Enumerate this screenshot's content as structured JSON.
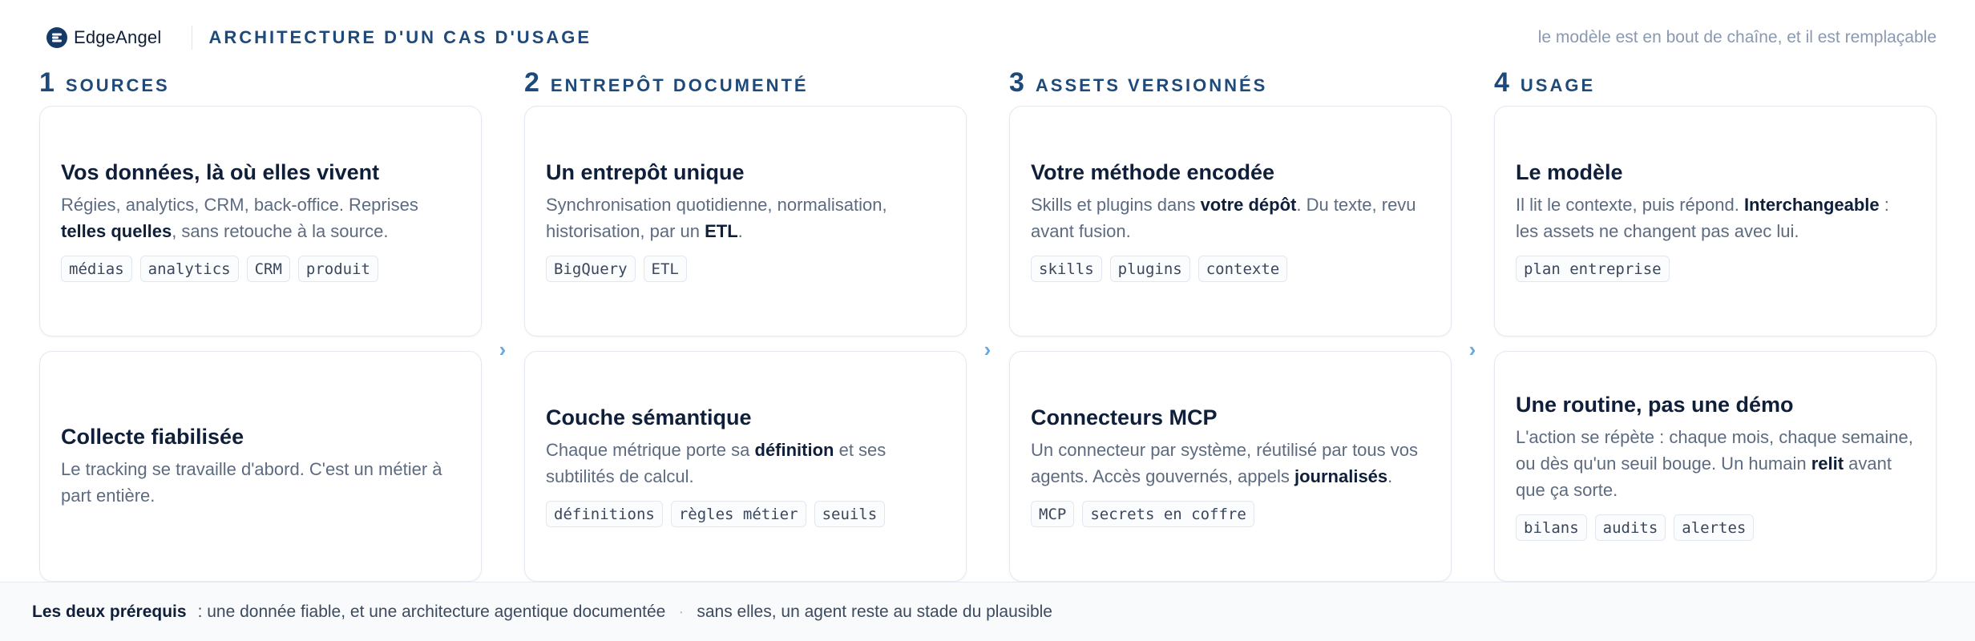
{
  "header": {
    "logo_text": "EdgeAngel",
    "logo_icon": "edgeangel-logo-icon",
    "title": "ARCHITECTURE D'UN CAS D'USAGE",
    "note": "le modèle est en bout de chaîne, et il est remplaçable"
  },
  "colors": {
    "accent": "#1d4a7a",
    "text": "#0f1f3a",
    "muted": "#5d6b80",
    "arrow": "#6aa8e0"
  },
  "columns": [
    {
      "number": "1",
      "name": "SOURCES",
      "cards": [
        {
          "title": "Vos données, là où elles vivent",
          "desc": [
            {
              "t": "Régies, analytics, CRM, back-office. Reprises "
            },
            {
              "t": "telles quelles",
              "b": true
            },
            {
              "t": ", sans retouche à la source."
            }
          ],
          "tags": [
            "médias",
            "analytics",
            "CRM",
            "produit"
          ]
        },
        {
          "title": "Collecte fiabilisée",
          "desc": [
            {
              "t": "Le tracking se travaille d'abord. C'est un métier à part entière."
            }
          ],
          "tags": []
        }
      ]
    },
    {
      "number": "2",
      "name": "ENTREPÔT DOCUMENTÉ",
      "cards": [
        {
          "title": "Un entrepôt unique",
          "desc": [
            {
              "t": "Synchronisation quotidienne, normalisation, historisation, par un "
            },
            {
              "t": "ETL",
              "b": true
            },
            {
              "t": "."
            }
          ],
          "tags": [
            "BigQuery",
            "ETL"
          ]
        },
        {
          "title": "Couche sémantique",
          "desc": [
            {
              "t": "Chaque métrique porte sa "
            },
            {
              "t": "définition",
              "b": true
            },
            {
              "t": " et ses subtilités de calcul."
            }
          ],
          "tags": [
            "définitions",
            "règles métier",
            "seuils"
          ]
        }
      ]
    },
    {
      "number": "3",
      "name": "ASSETS VERSIONNÉS",
      "cards": [
        {
          "title": "Votre méthode encodée",
          "desc": [
            {
              "t": "Skills et plugins dans "
            },
            {
              "t": "votre dépôt",
              "b": true
            },
            {
              "t": ". Du texte, revu avant fusion."
            }
          ],
          "tags": [
            "skills",
            "plugins",
            "contexte"
          ]
        },
        {
          "title": "Connecteurs MCP",
          "desc": [
            {
              "t": "Un connecteur par système, réutilisé par tous vos agents. Accès gouvernés, appels "
            },
            {
              "t": "journalisés",
              "b": true
            },
            {
              "t": "."
            }
          ],
          "tags": [
            "MCP",
            "secrets en coffre"
          ]
        }
      ]
    },
    {
      "number": "4",
      "name": "USAGE",
      "cards": [
        {
          "title": "Le modèle",
          "desc": [
            {
              "t": "Il lit le contexte, puis répond. "
            },
            {
              "t": "Interchangeable",
              "b": true
            },
            {
              "t": " : les assets ne changent pas avec lui."
            }
          ],
          "tags": [
            "plan entreprise"
          ]
        },
        {
          "title": "Une routine, pas une démo",
          "desc": [
            {
              "t": "L'action se répète : chaque mois, chaque semaine, ou dès qu'un seuil bouge. Un humain "
            },
            {
              "t": "relit",
              "b": true
            },
            {
              "t": " avant que ça sorte."
            }
          ],
          "tags": [
            "bilans",
            "audits",
            "alertes"
          ]
        }
      ]
    }
  ],
  "arrow_icon": "chevron-right-icon",
  "arrow_glyph": "›",
  "footer": {
    "bold": "Les deux prérequis",
    "text": ": une donnée fiable, et une architecture agentique documentée",
    "separator": "·",
    "tail": "sans elles, un agent reste au stade du plausible"
  }
}
